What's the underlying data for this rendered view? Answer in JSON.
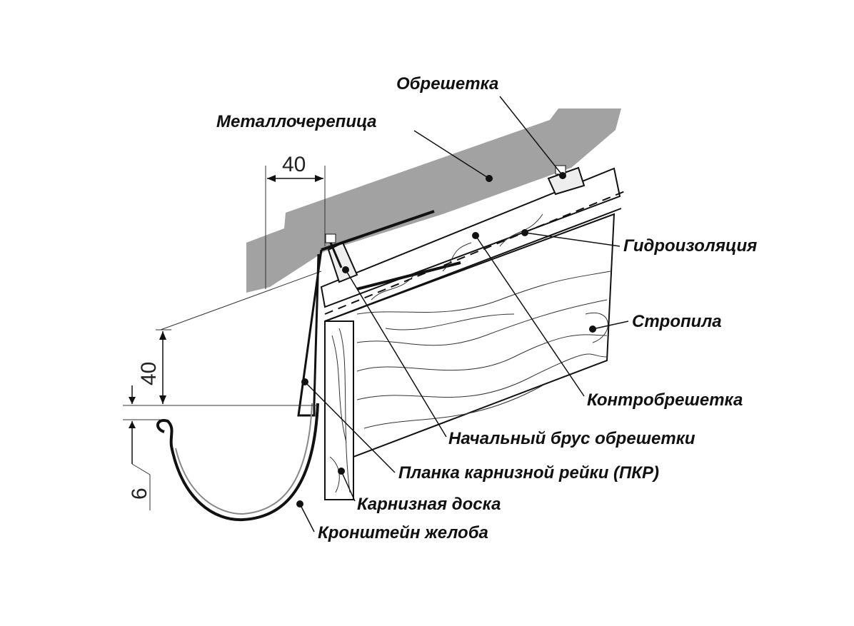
{
  "labels": {
    "obreshetka": "Обрешетка",
    "metallocherepitsa": "Металлочерепица",
    "gidroizolyatsiya": "Гидроизоляция",
    "stropila": "Стропила",
    "kontrobreshetka": "Контробрешетка",
    "nachalny_brus": "Начальный брус обрешетки",
    "planka_pkr": "Планка карнизной рейки (ПКР)",
    "karniznaya_doska": "Карнизная доска",
    "kronshtein": "Кронштейн желоба"
  },
  "dimensions": {
    "overhang": "40",
    "gutter_drop": "40",
    "gutter_offset": "6"
  },
  "colors": {
    "tile": "#a2a2a2",
    "line": "#111111"
  }
}
